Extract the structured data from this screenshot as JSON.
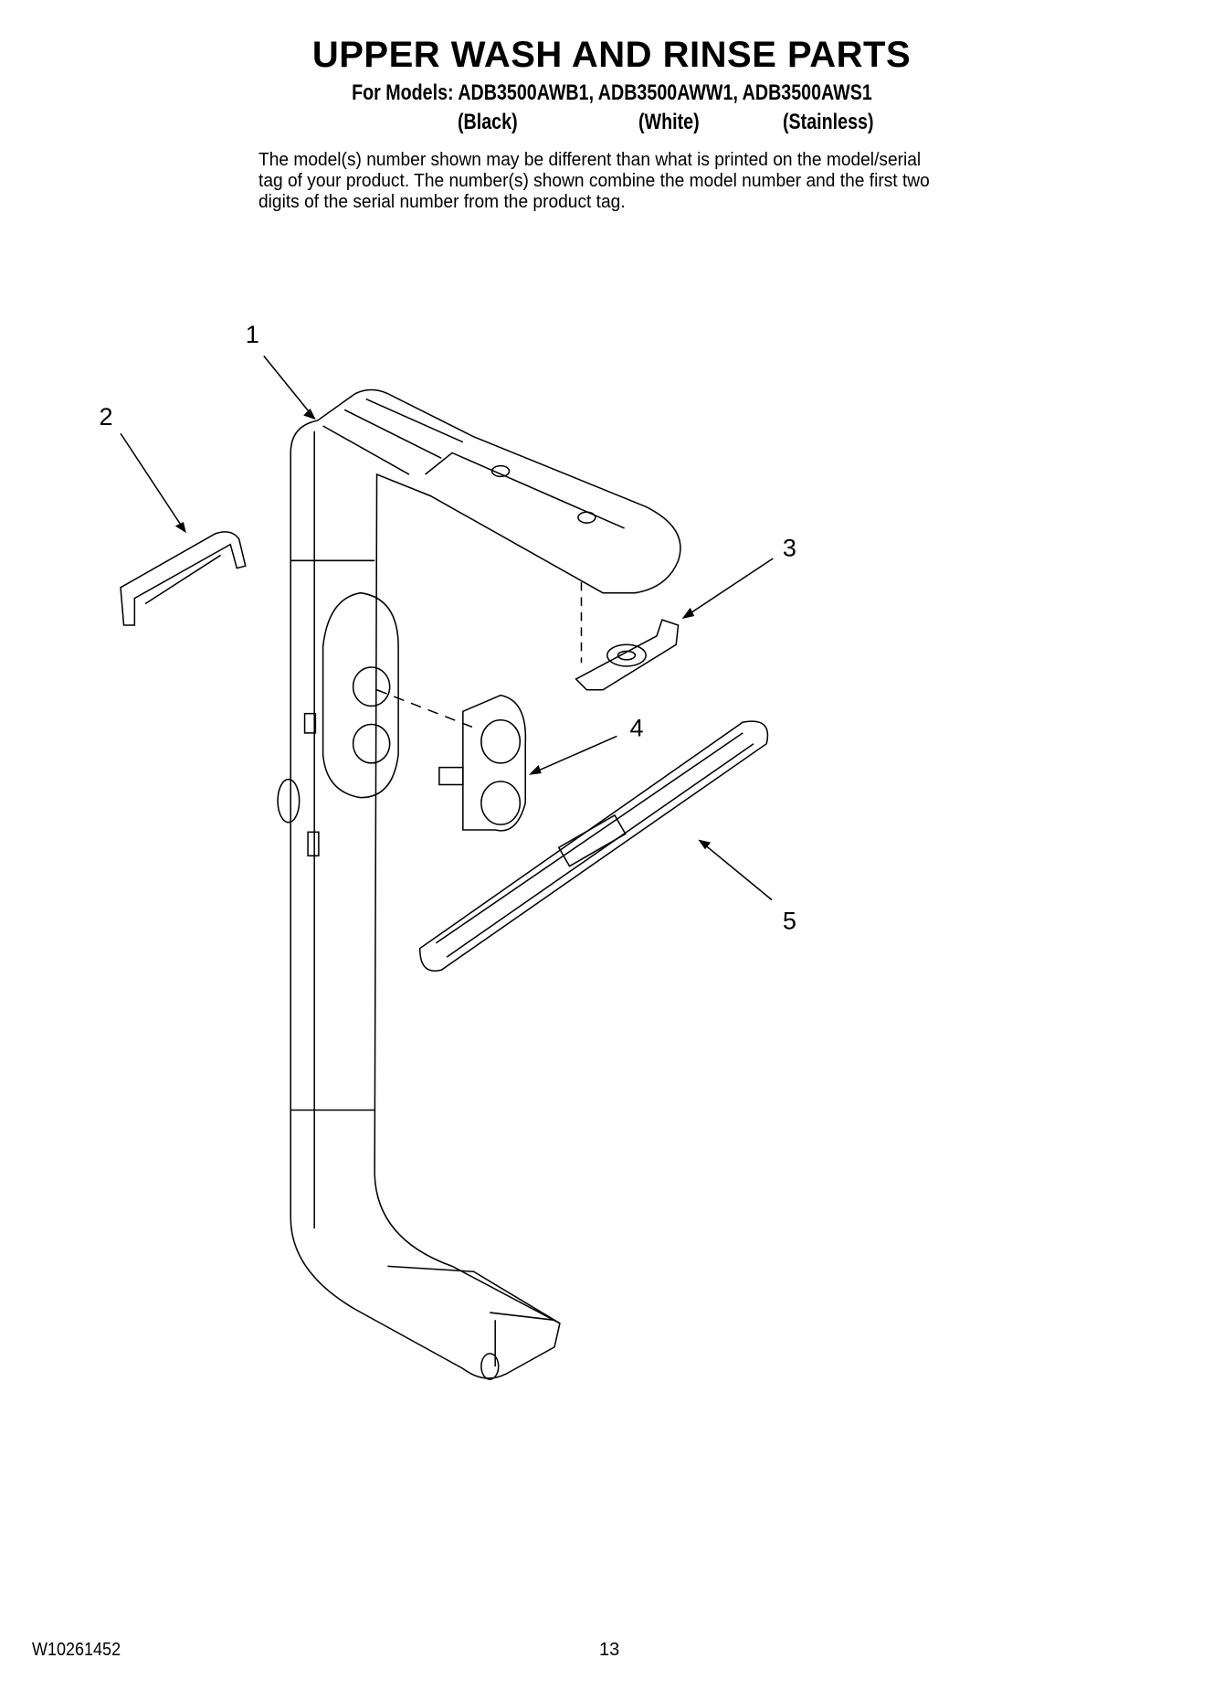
{
  "title": "UPPER WASH AND RINSE PARTS",
  "models_line": "For Models: ADB3500AWB1, ADB3500AWW1, ADB3500AWS1",
  "variants": [
    "(Black)",
    "(White)",
    "(Stainless)"
  ],
  "note": "The model(s) number shown may be different than what is printed on the model/serial tag of your product. The number(s) shown combine the model number and the first two digits of the serial number from the product tag.",
  "callouts": [
    "1",
    "2",
    "3",
    "4",
    "5"
  ],
  "footer": {
    "doc_number": "W10261452",
    "page_number": "13"
  }
}
